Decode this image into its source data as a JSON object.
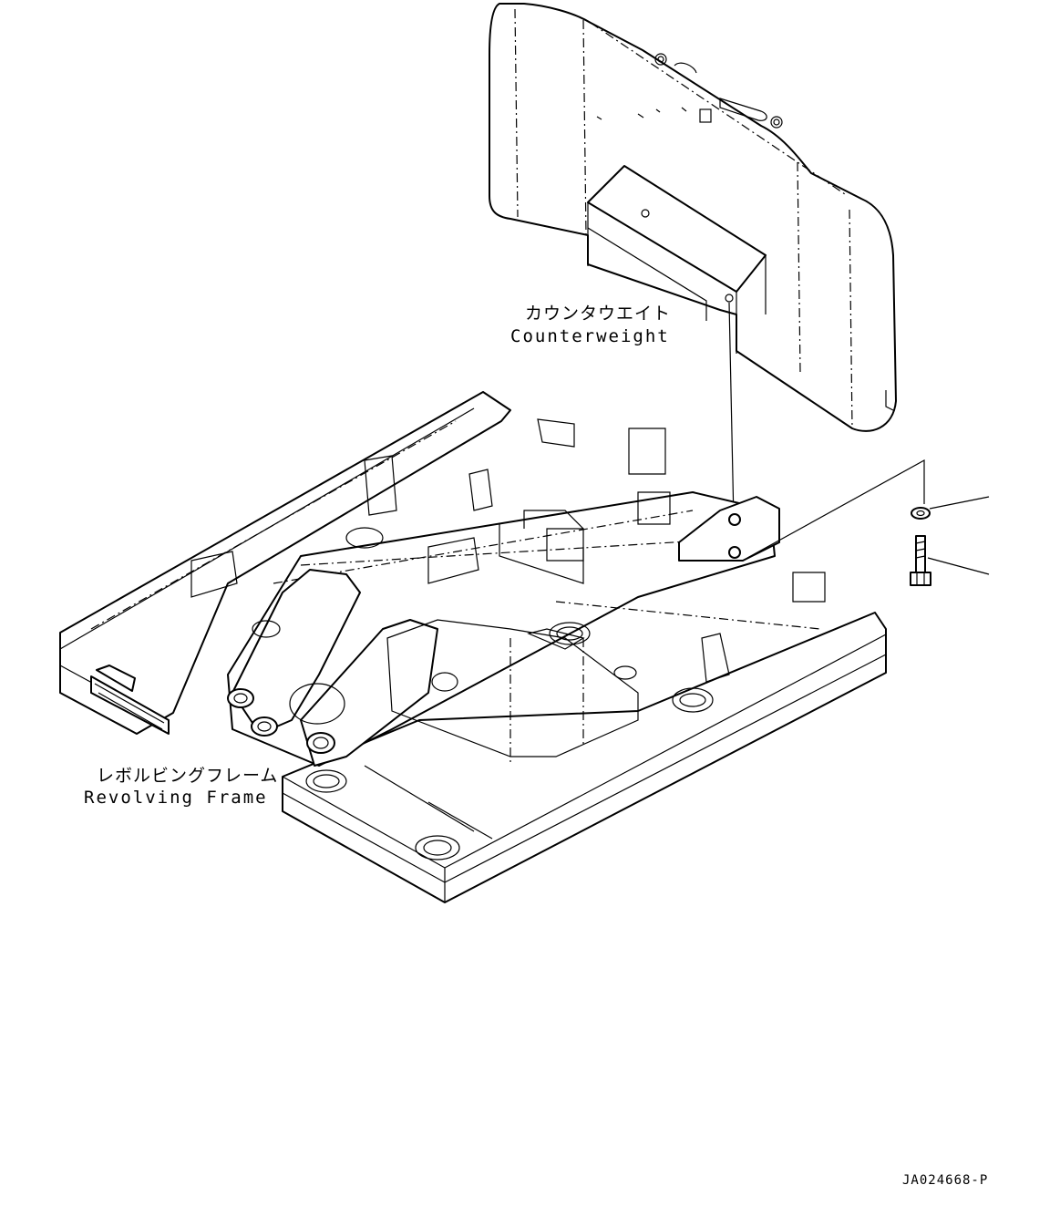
{
  "labels": {
    "counterweight_jp": "カウンタウエイト",
    "counterweight_en": "Counterweight",
    "frame_jp": "レボルビングフレーム",
    "frame_en": "Revolving Frame"
  },
  "drawing_code": "JA024668-P",
  "parts": [
    {
      "name": "washer-icon",
      "kind": "washer"
    },
    {
      "name": "bolt-icon",
      "kind": "bolt"
    }
  ]
}
